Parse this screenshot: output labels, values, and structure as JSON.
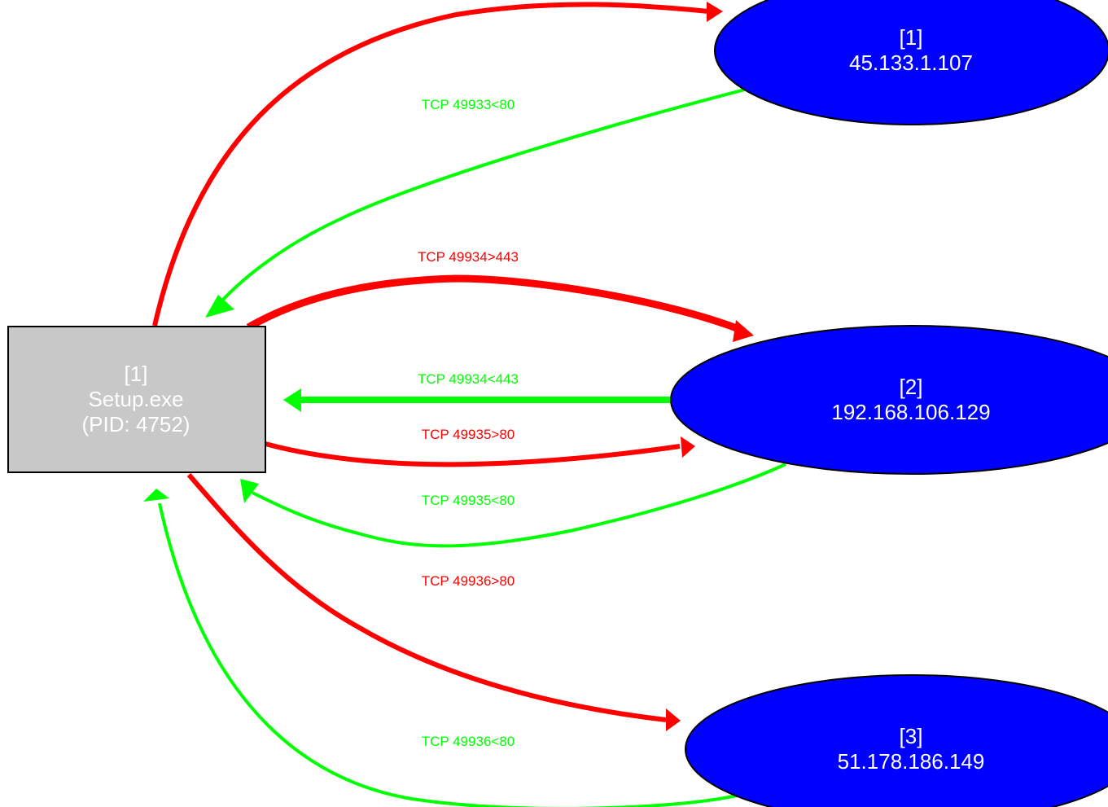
{
  "colors": {
    "outbound": "#ff0000",
    "inbound": "#00ff00",
    "host_fill": "#0000ff",
    "process_fill": "#c8c8c8",
    "node_text": "#ffffff",
    "outline": "#000000"
  },
  "process": {
    "id": "[1]",
    "name": "Setup.exe",
    "pid": "(PID: 4752)"
  },
  "hosts": [
    {
      "id": "[1]",
      "ip": "45.133.1.107"
    },
    {
      "id": "[2]",
      "ip": "192.168.106.129"
    },
    {
      "id": "[3]",
      "ip": "51.178.186.149"
    }
  ],
  "edges": [
    {
      "label": "TCP 49933<80",
      "direction": "inbound",
      "host": "[1]"
    },
    {
      "label": "TCP 49934>443",
      "direction": "outbound",
      "host": "[2]"
    },
    {
      "label": "TCP 49934<443",
      "direction": "inbound",
      "host": "[2]"
    },
    {
      "label": "TCP 49935>80",
      "direction": "outbound",
      "host": "[2]"
    },
    {
      "label": "TCP 49935<80",
      "direction": "inbound",
      "host": "[2]"
    },
    {
      "label": "TCP 49936>80",
      "direction": "outbound",
      "host": "[3]"
    },
    {
      "label": "TCP 49936<80",
      "direction": "inbound",
      "host": "[3]"
    }
  ]
}
